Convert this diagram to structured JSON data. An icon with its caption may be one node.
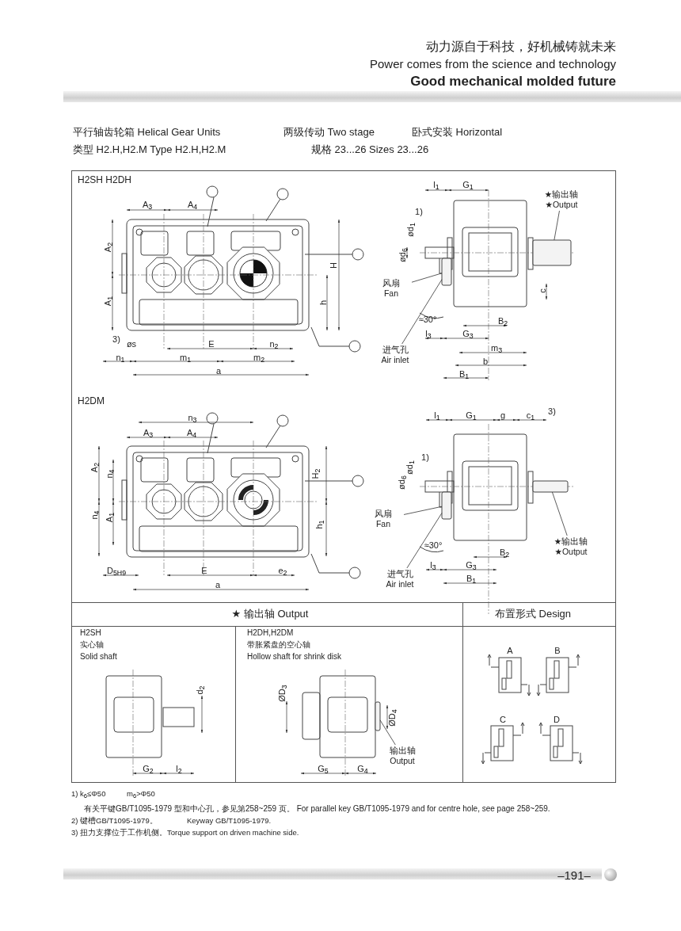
{
  "diagram": {
    "nodes": [
      {
        "text": [
          "风扇",
          "Fan"
        ]
      },
      {
        "text": [
          "进气孔",
          "Air inlet"
        ]
      },
      {
        "text": [
          "★输出轴",
          "★Output"
        ]
      },
      {
        "text": [
          "风扇",
          "Fan"
        ]
      },
      {
        "text": [
          "进气孔",
          "Air inlet"
        ]
      },
      {
        "text": [
          "★输出轴",
          "★Output"
        ]
      },
      {
        "text": [
          "输出轴",
          "Output"
        ]
      },
      {
        "text": [],
        "shape": "box"
      },
      {
        "text": [],
        "shape": "box"
      },
      {
        "text": [],
        "shape": "box"
      },
      {
        "text": [],
        "shape": "box"
      },
      {
        "text": [],
        "shape": "box"
      }
    ],
    "edges": [
      {
        "from": 0,
        "to": 7,
        "arrow": "none"
      },
      {
        "from": 1,
        "to": 7,
        "arrow": "none"
      },
      {
        "from": 2,
        "to": 8,
        "arrow": "none"
      },
      {
        "from": 3,
        "to": 9,
        "arrow": "none"
      },
      {
        "from": 4,
        "to": 9,
        "arrow": "none"
      },
      {
        "from": 5,
        "to": 10,
        "arrow": "none"
      },
      {
        "from": 6,
        "to": 11,
        "arrow": "none"
      }
    ],
    "labels": [
      "动力源自于科技，好机械铸就未来",
      "Power comes from the science and technology",
      "Good mechanical molded future",
      "平行轴齿轮箱 Helical Gear Units",
      "两级传动 Two stage",
      "卧式安装 Horizontal",
      "类型 H2.H,H2.M Type H2.H,H2.M",
      "规格 23...26 Sizes 23...26",
      "H2SH H2DH",
      "A$_{3}$",
      "A$_{4}$",
      "A$_{2}$",
      "A$_{1}$",
      "H",
      "h",
      "3)",
      "øs",
      "E",
      "n$_{2}$",
      "n$_{1}$",
      "m$_{1}$",
      "m$_{2}$",
      "a",
      "l$_{1}$",
      "G$_{1}$",
      "1)",
      "ød$_{6}$",
      "ød$_{1}$",
      "c",
      "≈30°",
      "B$_{2}$",
      "l$_{3}$",
      "G$_{3}$",
      "m$_{3}$",
      "b",
      "B$_{1}$",
      "H2DM",
      "n$_{3}$",
      "A$_{3}$",
      "A$_{4}$",
      "A$_{2}$",
      "n$_{4}$",
      "n$_{4}$",
      "A$_{1}$",
      "H$_{2}$",
      "h$_{1}$",
      "D$_{5H9}$",
      "E",
      "e$_{2}$",
      "a",
      "l$_{1}$",
      "G$_{1}$",
      "g",
      "c$_{1}$",
      "3)",
      "1)",
      "ød$_{1}$",
      "ød$_{6}$",
      "≈30°",
      "B$_{2}$",
      "l$_{3}$",
      "G$_{3}$",
      "B$_{1}$",
      "★ 输出轴 Output",
      "布置形式 Design",
      "H2SH",
      "实心轴",
      "Solid shaft",
      "d$_{2}$",
      "G$_{2}$",
      "l$_{2}$",
      "H2DH,H2DM",
      "带胀紧盘的空心轴",
      "Hollow shaft for shrink disk",
      "ØD$_{3}$",
      "ØD$_{4}$",
      "G$_{5}$",
      "G$_{4}$",
      "A",
      "B",
      "C",
      "D",
      "1) k$_{6}$≤Φ50",
      "m$_{6}$>Φ50",
      "有关平键GB/T1095-1979 型和中心孔，参见第258~259 页。 For parallel key GB/T1095-1979 and for centre hole, see page 258~259.",
      "2) 键槽GB/T1095-1979。",
      "Keyway GB/T1095-1979.",
      "3) 扭力支撑位于工作机侧。Torque support on driven machine side.",
      "–191–"
    ]
  }
}
